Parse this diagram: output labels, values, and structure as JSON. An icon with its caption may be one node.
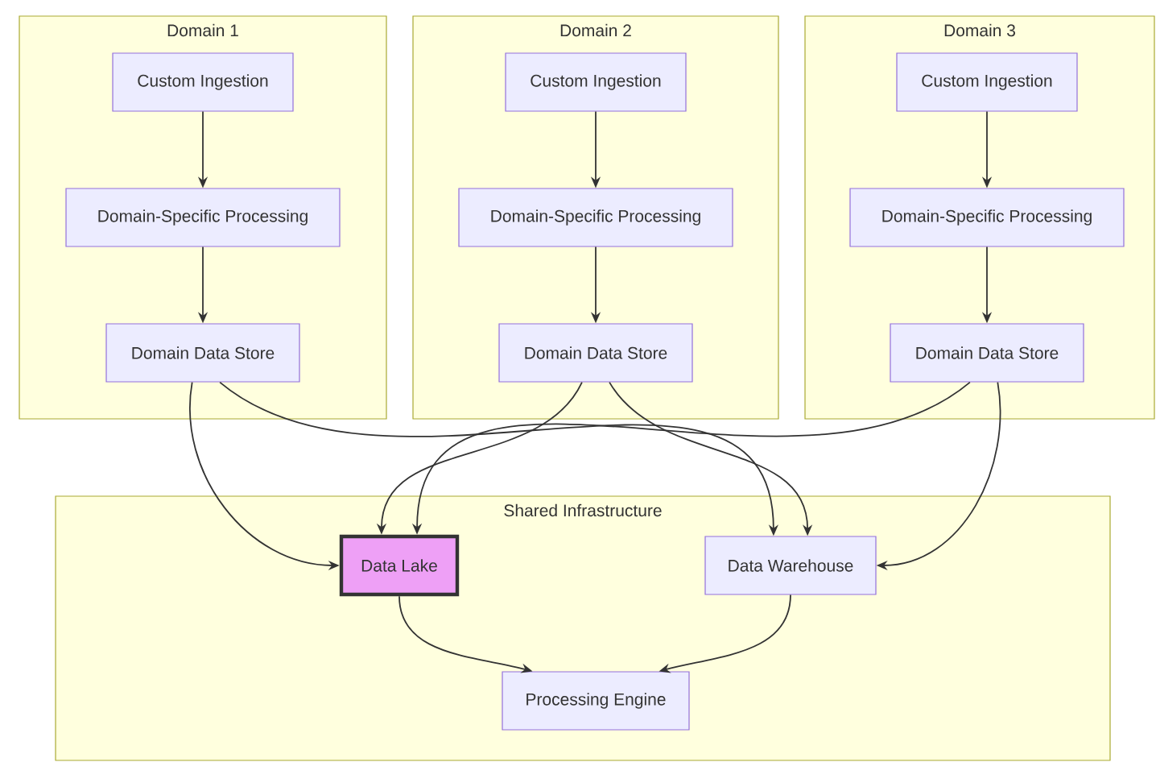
{
  "diagram": {
    "nodes": [
      {
        "text": [
          "Domain 1"
        ]
      },
      {
        "text": [
          "Custom Ingestion"
        ],
        "in": 0
      },
      {
        "text": [
          "Domain-Specific Processing"
        ],
        "in": 0
      },
      {
        "text": [
          "Domain Data Store"
        ],
        "in": 0
      },
      {
        "text": [
          "Domain 2"
        ]
      },
      {
        "text": [
          "Custom Ingestion"
        ],
        "in": 4
      },
      {
        "text": [
          "Domain-Specific Processing"
        ],
        "in": 4
      },
      {
        "text": [
          "Domain Data Store"
        ],
        "in": 4
      },
      {
        "text": [
          "Domain 3"
        ]
      },
      {
        "text": [
          "Custom Ingestion"
        ],
        "in": 8
      },
      {
        "text": [
          "Domain-Specific Processing"
        ],
        "in": 8
      },
      {
        "text": [
          "Domain Data Store"
        ],
        "in": 8
      },
      {
        "text": [
          "Shared Infrastructure"
        ]
      },
      {
        "text": [
          "Data Lake"
        ],
        "in": 12
      },
      {
        "text": [
          "Data Warehouse"
        ],
        "in": 12
      },
      {
        "text": [
          "Processing Engine"
        ],
        "in": 12
      }
    ],
    "edges": [
      {
        "from": 1,
        "to": 2,
        "arrow": "to"
      },
      {
        "from": 2,
        "to": 3,
        "arrow": "to"
      },
      {
        "from": 5,
        "to": 6,
        "arrow": "to"
      },
      {
        "from": 6,
        "to": 7,
        "arrow": "to"
      },
      {
        "from": 9,
        "to": 10,
        "arrow": "to"
      },
      {
        "from": 10,
        "to": 11,
        "arrow": "to"
      },
      {
        "from": 3,
        "to": 13,
        "arrow": "to"
      },
      {
        "from": 3,
        "to": 14,
        "arrow": "to"
      },
      {
        "from": 7,
        "to": 13,
        "arrow": "to"
      },
      {
        "from": 7,
        "to": 14,
        "arrow": "to"
      },
      {
        "from": 11,
        "to": 13,
        "arrow": "to"
      },
      {
        "from": 11,
        "to": 14,
        "arrow": "to"
      },
      {
        "from": 13,
        "to": 15,
        "arrow": "to"
      },
      {
        "from": 14,
        "to": 15,
        "arrow": "to"
      }
    ]
  }
}
